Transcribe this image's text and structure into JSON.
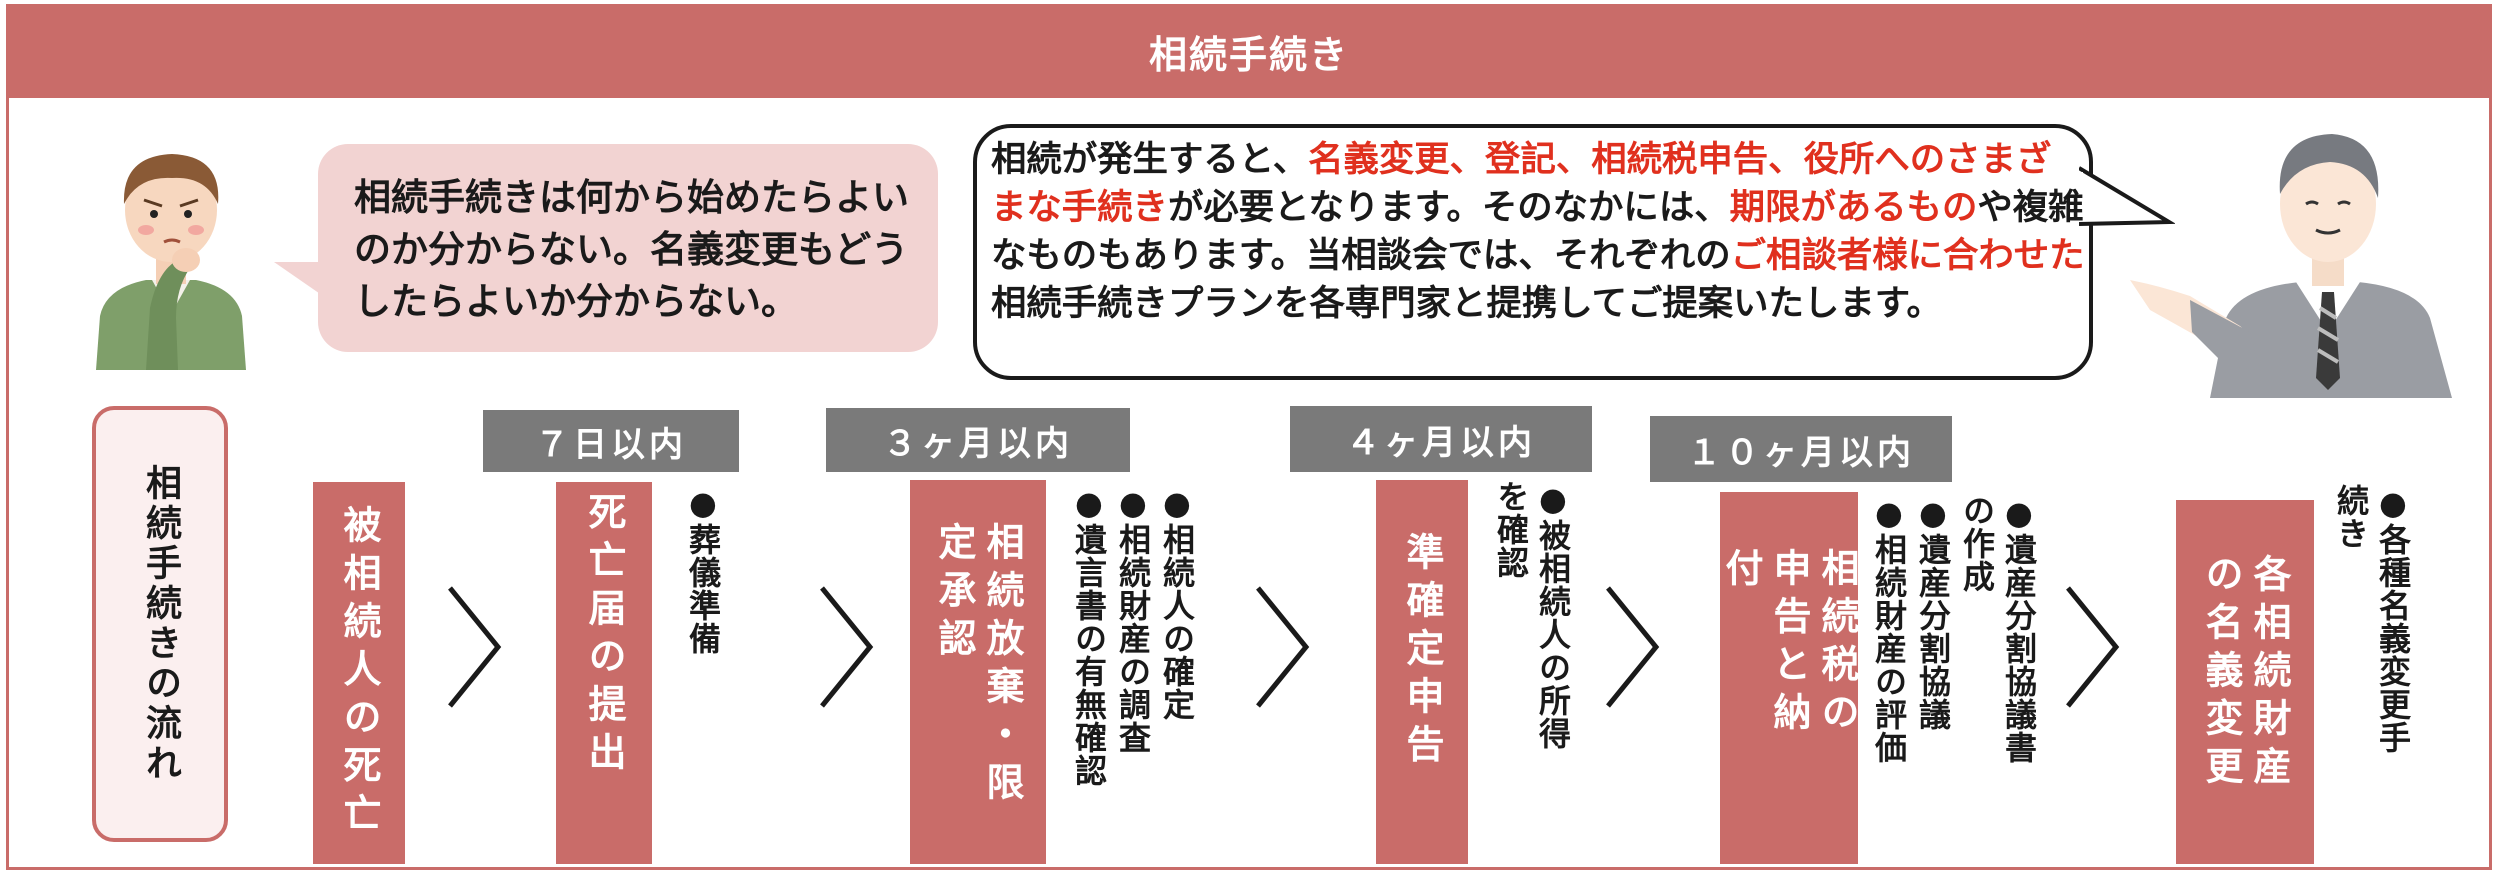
{
  "header": {
    "title": "相続手続き"
  },
  "bubble_left": {
    "text": "相続手続きは何から始めたらよいのか分からない。名義変更もどうしたらよいか分からない。"
  },
  "bubble_right": {
    "segments": [
      "相続が発生すると、",
      "名義変更、登記、相続税申告、役所へのさまざまな手続き",
      "が必要となります。そのなかには、",
      "期限があるもの",
      "や複雑なものもあります。当相談会では、それぞれの",
      "ご相談者様に合わせた",
      "相続手続きプランを各専門家と提携してご提案いたします。"
    ]
  },
  "flow_label": "相続手続きの流れ",
  "steps": [
    {
      "label": "被相続人の死亡"
    },
    {
      "label": "死亡届の提出",
      "deadline": "７日以内",
      "notes": [
        "●葬儀準備"
      ]
    },
    {
      "label": "相続放棄・限定承認",
      "deadline": "３ヶ月以内",
      "notes": [
        "●相続人の確定",
        "●相続財産の調査",
        "●遺言書の有無確認"
      ]
    },
    {
      "label": "準確定申告",
      "deadline": "４ヶ月以内",
      "notes": [
        "●被相続人の所得を確認"
      ]
    },
    {
      "label": "相続税の申告と納付",
      "deadline": "１０ヶ月以内",
      "notes": [
        "●遺産分割協議書の作成",
        "●遺産分割協議",
        "●相続財産の評価"
      ]
    },
    {
      "label": "各相続財産の名義変更",
      "notes": [
        "●各種名義変更手続き"
      ]
    }
  ],
  "colors": {
    "accent": "#c96c69",
    "pink_bubble": "#f2d3d2",
    "deadline_grey": "#7a7a7a",
    "highlight_red": "#e0301e"
  },
  "icons": [
    "worried-man-icon",
    "businessman-icon",
    "chevron-right-icon"
  ]
}
